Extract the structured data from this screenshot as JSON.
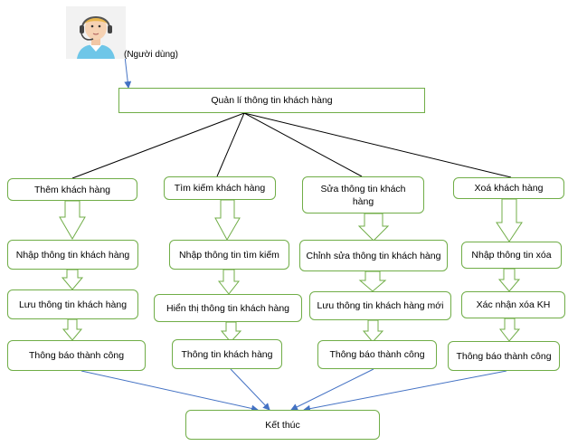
{
  "user": {
    "label": "(Người dùng)",
    "icon": "user-headset-avatar-icon"
  },
  "root": {
    "label": "Quản lí thông tin khách hàng"
  },
  "branches": [
    {
      "title": "Thêm khách hàng",
      "steps": [
        "Nhập thông tin khách hàng",
        "Lưu thông tin khách hàng",
        "Thông báo thành công"
      ]
    },
    {
      "title": "Tìm kiếm khách hàng",
      "steps": [
        "Nhập thông tin tìm kiếm",
        "Hiển thị thông tin khách hàng",
        "Thông tin khách hàng"
      ]
    },
    {
      "title": "Sửa thông tin khách hàng",
      "steps": [
        "Chỉnh sửa thông tin khách hàng",
        "Lưu thông tin khách hàng mới",
        "Thông báo thành công"
      ]
    },
    {
      "title": "Xoá khách hàng",
      "steps": [
        "Nhập thông tin xóa",
        "Xác nhận xóa KH",
        "Thông báo thành công"
      ]
    }
  ],
  "end": {
    "label": "Kết thúc"
  },
  "colors": {
    "box_border": "#70ad47",
    "arrow_fill": "#ffffff",
    "blue_arrow": "#4472c4",
    "line": "#000000"
  }
}
